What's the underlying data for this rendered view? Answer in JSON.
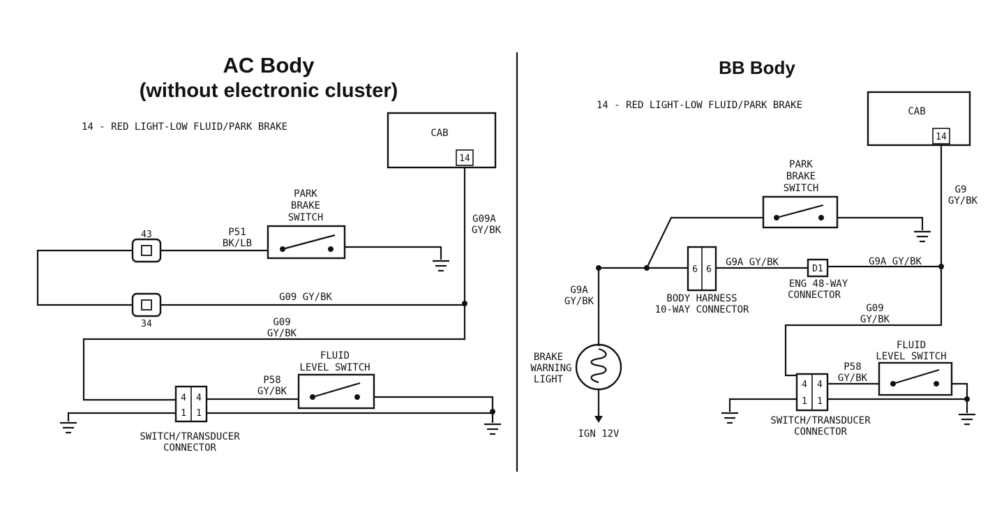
{
  "left": {
    "title_line1": "AC Body",
    "title_line2": "(without electronic cluster)",
    "caption": "14 - RED LIGHT-LOW FLUID/PARK BRAKE",
    "cab": "CAB",
    "cab_pin": "14",
    "park_switch": [
      "PARK",
      "BRAKE",
      "SWITCH"
    ],
    "p51_line1": "P51",
    "p51_line2": "BK/LB",
    "g09a_line1": "G09A",
    "g09a_line2": "GY/BK",
    "conn_43": "43",
    "conn_34": "34",
    "g09_label1": "G09 GY/BK",
    "g09_line1": "G09",
    "g09_line2": "GY/BK",
    "fluid_switch": [
      "FLUID",
      "LEVEL SWITCH"
    ],
    "p58_line1": "P58",
    "p58_line2": "GY/BK",
    "connector_pins": [
      "4",
      "4",
      "1",
      "1"
    ],
    "connector_label": [
      "SWITCH/TRANSDUCER",
      "CONNECTOR"
    ]
  },
  "right": {
    "title": "BB Body",
    "caption": "14 - RED LIGHT-LOW FLUID/PARK BRAKE",
    "cab": "CAB",
    "cab_pin": "14",
    "park_switch": [
      "PARK",
      "BRAKE",
      "SWITCH"
    ],
    "g9_line1": "G9",
    "g9_line2": "GY/BK",
    "harness_pins": [
      "6",
      "6"
    ],
    "harness_label": [
      "BODY HARNESS",
      "10-WAY CONNECTOR"
    ],
    "g9a_mid": "G9A GY/BK",
    "d1": "D1",
    "eng_label": [
      "ENG 48-WAY",
      "CONNECTOR"
    ],
    "g9a_right": "G9A GY/BK",
    "g09_line1": "G09",
    "g09_line2": "GY/BK",
    "g9a_left1": "G9A",
    "g9a_left2": "GY/BK",
    "brake_light": [
      "BRAKE",
      "WARNING",
      "LIGHT"
    ],
    "ign": "IGN 12V",
    "fluid_switch": [
      "FLUID",
      "LEVEL SWITCH"
    ],
    "p58_line1": "P58",
    "p58_line2": "GY/BK",
    "connector_pins": [
      "4",
      "4",
      "1",
      "1"
    ],
    "connector_label": [
      "SWITCH/TRANSDUCER",
      "CONNECTOR"
    ]
  }
}
